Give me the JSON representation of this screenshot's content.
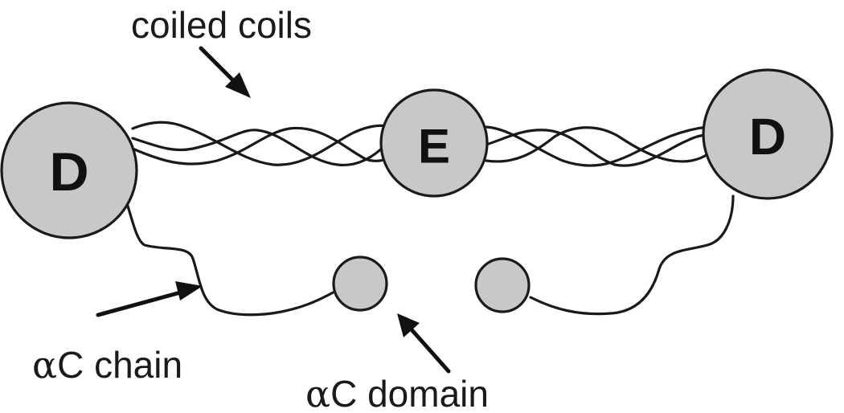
{
  "labels": {
    "coiled_coils": "coiled coils",
    "ac_chain_prefix": "α",
    "ac_chain_text": "C chain",
    "ac_domain_prefix": "α",
    "ac_domain_text": "C domain"
  },
  "nodes": {
    "d_left": "D",
    "e_center": "E",
    "d_right": "D"
  },
  "colors": {
    "node_fill": "#c8c8c8",
    "stroke": "#1a1a1a",
    "background": "#ffffff"
  }
}
